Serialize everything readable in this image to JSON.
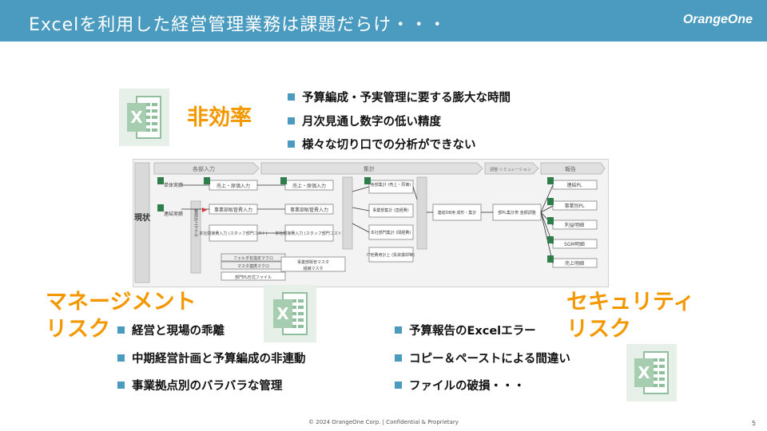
{
  "header": {
    "title": "Excelを利用した経営管理業務は課題だらけ・・・",
    "logo_text": "OrangeOne",
    "bg_color": "#4a9bbf"
  },
  "sections": {
    "inefficiency": {
      "heading": "非効率",
      "bullets": [
        "予算編成・予実管理に要する膨大な時間",
        "月次見通し数字の低い精度",
        "様々な切り口での分析ができない"
      ]
    },
    "management_risk": {
      "heading_line1": "マネージメント",
      "heading_line2": "リスク",
      "bullets": [
        "経営と現場の乖離",
        "中期経営計画と予算編成の非連動",
        "事業拠点別のバラバラな管理"
      ]
    },
    "security_risk": {
      "heading_line1": "セキュリティ",
      "heading_line2": "リスク",
      "bullets": [
        "予算報告のExcelエラー",
        "コピー＆ペーストによる間違い",
        "ファイルの破損・・・"
      ]
    }
  },
  "diagram": {
    "stages": [
      "各部入力",
      "集計",
      "調整 シミュレーション",
      "報告"
    ],
    "side_label": "現状",
    "left_labels": [
      "単体実績",
      "連結実績"
    ],
    "macro_label": "費用計上マクロ",
    "input_boxes": [
      "売上・原価入力",
      "事業部販管費入力",
      "本社間接費入力 (スタッフ部門コスト)"
    ],
    "input_boxes2": [
      "売上・原価入力",
      "事業部販管費入力",
      "本社間接費入力 (スタッフ部門コスト)"
    ],
    "macro_boxes": [
      "フォルダ名指定マクロ",
      "マスタ連携マクロ",
      "部門PL形式ファイル"
    ],
    "master_boxes": [
      "事業部販管マスタ",
      "組織マスタ"
    ],
    "aggregate_boxes": [
      "各部集計 (売上・原価)",
      "事業部集計 (直経費)",
      "本社部門集計 (間経費)",
      "IT他費用計上 (投資償却等)"
    ],
    "db_box": "連結DB用 成形・集計",
    "adjust_box": "部PL集計表 金額調整",
    "report_boxes": [
      "連結PL",
      "事業別PL",
      "利益明細",
      "SGM明細",
      "売上明細"
    ]
  },
  "footer": {
    "copyright": "© 2024 OrangeOne Corp. | Confidential & Proprietary",
    "page_number": "5"
  },
  "colors": {
    "accent": "#f39800",
    "bullet": "#4a9bbf",
    "excel_icon": "#6aa57e"
  }
}
